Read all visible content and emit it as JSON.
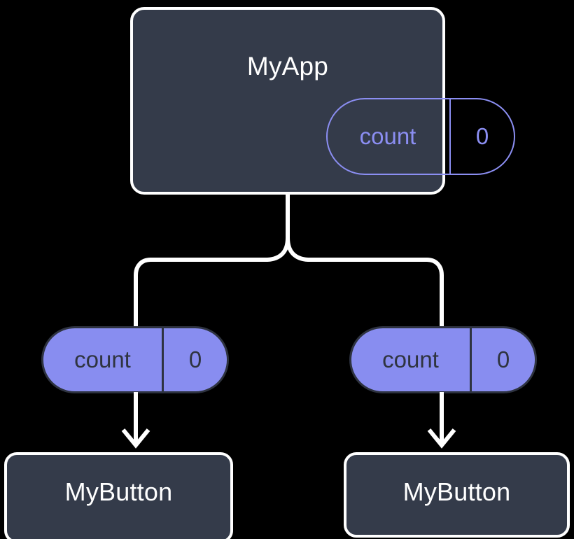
{
  "diagram": {
    "type": "component-state-tree",
    "background_color": "#000000",
    "node_fill_color": "#343b4a",
    "node_border_color": "#ffffff",
    "pill_accent_color": "#8b8ef2",
    "pill_fill_color": "#888df0",
    "pill_text_dark_color": "#2f3440",
    "connector_color": "#ffffff"
  },
  "root": {
    "title": "MyApp",
    "state": {
      "key": "count",
      "value": "0"
    }
  },
  "children": [
    {
      "state": {
        "key": "count",
        "value": "0"
      },
      "title": "MyButton"
    },
    {
      "state": {
        "key": "count",
        "value": "0"
      },
      "title": "MyButton"
    }
  ]
}
